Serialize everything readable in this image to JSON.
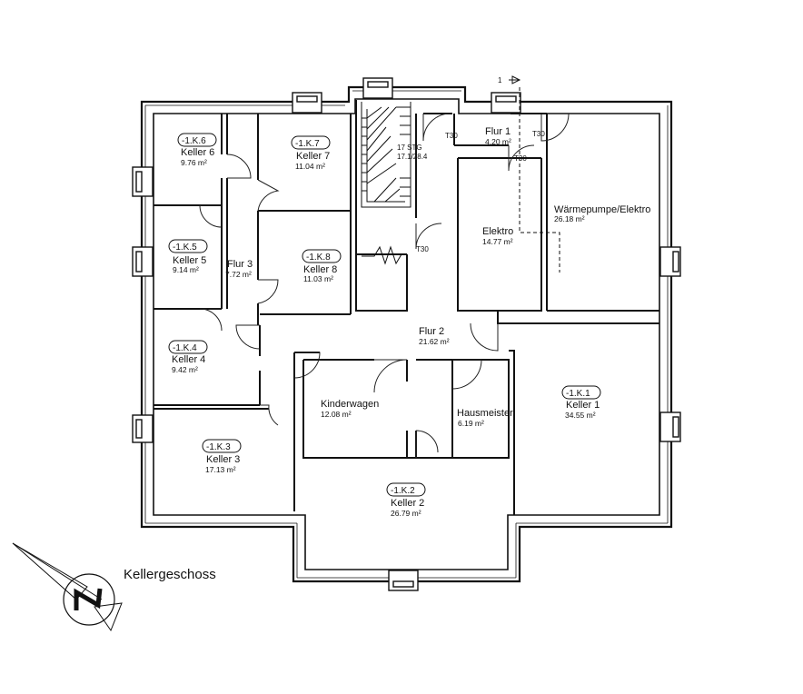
{
  "plan": {
    "title": "Kellergeschoss",
    "section_marker": "1",
    "stair": {
      "label": "17 STG",
      "ratio": "17.1/28.4"
    },
    "door_ratings": [
      "T30",
      "T30",
      "T30",
      "T30"
    ]
  },
  "rooms": {
    "keller6": {
      "tag": "-1.K.6",
      "name": "Keller 6",
      "area": "9.76 m²"
    },
    "keller7": {
      "tag": "-1.K.7",
      "name": "Keller 7",
      "area": "11.04 m²"
    },
    "keller5": {
      "tag": "-1.K.5",
      "name": "Keller 5",
      "area": "9.14 m²"
    },
    "flur3": {
      "name": "Flur 3",
      "area": "7.72 m²"
    },
    "keller8": {
      "tag": "-1.K.8",
      "name": "Keller 8",
      "area": "11.03 m²"
    },
    "keller4": {
      "tag": "-1.K.4",
      "name": "Keller 4",
      "area": "9.42 m²"
    },
    "keller3": {
      "tag": "-1.K.3",
      "name": "Keller 3",
      "area": "17.13 m²"
    },
    "flur1": {
      "name": "Flur 1",
      "area": "4.20 m²"
    },
    "elektro": {
      "name": "Elektro",
      "area": "14.77 m²"
    },
    "waermepumpe": {
      "name": "Wärmepumpe/Elektro",
      "area": "26.18 m²"
    },
    "flur2": {
      "name": "Flur 2",
      "area": "21.62 m²"
    },
    "kinderwagen": {
      "name": "Kinderwagen",
      "area": "12.08 m²"
    },
    "hausmeister": {
      "name": "Hausmeister",
      "area": "6.19 m²"
    },
    "keller1": {
      "tag": "-1.K.1",
      "name": "Keller 1",
      "area": "34.55 m²"
    },
    "keller2": {
      "tag": "-1.K.2",
      "name": "Keller 2",
      "area": "26.79 m²"
    }
  }
}
